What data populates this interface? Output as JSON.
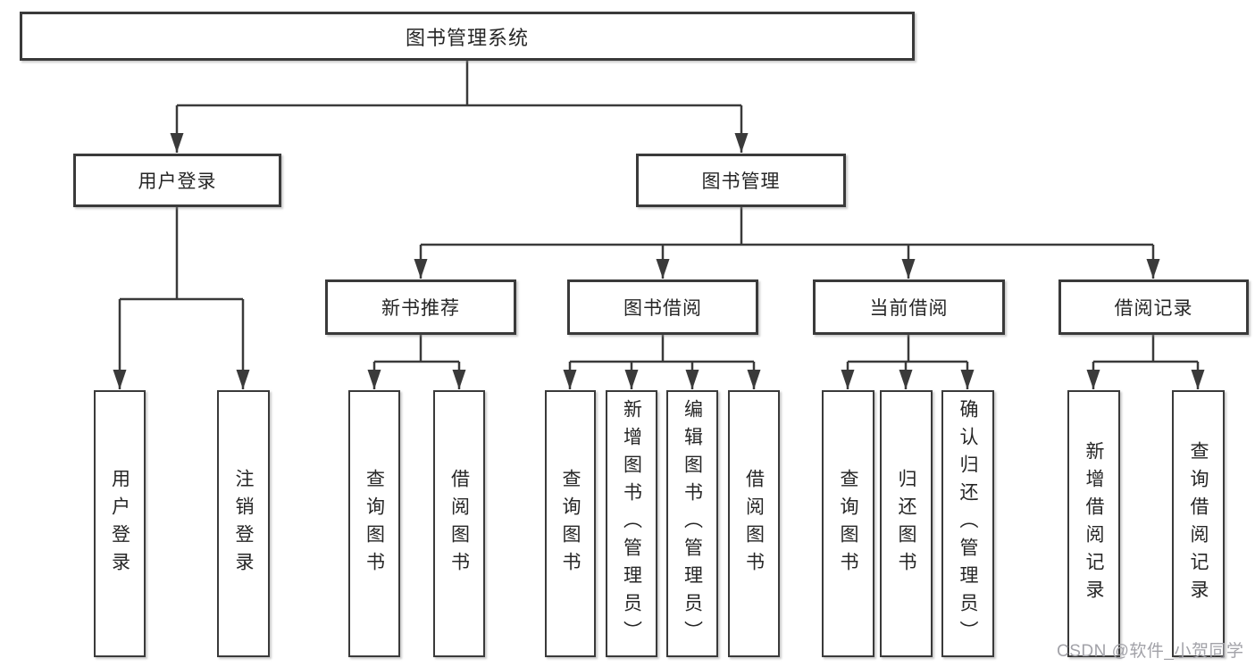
{
  "tree": {
    "label": "图书管理系统",
    "children": [
      {
        "label": "用户登录",
        "children": [
          {
            "label": "用户登录"
          },
          {
            "label": "注销登录"
          }
        ]
      },
      {
        "label": "图书管理",
        "children": [
          {
            "label": "新书推荐",
            "children": [
              {
                "label": "查询图书"
              },
              {
                "label": "借阅图书"
              }
            ]
          },
          {
            "label": "图书借阅",
            "children": [
              {
                "label": "查询图书"
              },
              {
                "label": "新增图书（管理员）"
              },
              {
                "label": "编辑图书（管理员）"
              },
              {
                "label": "借阅图书"
              }
            ]
          },
          {
            "label": "当前借阅",
            "children": [
              {
                "label": "查询图书"
              },
              {
                "label": "归还图书"
              },
              {
                "label": "确认归还（管理员）"
              }
            ]
          },
          {
            "label": "借阅记录",
            "children": [
              {
                "label": "新增借阅记录"
              },
              {
                "label": "查询借阅记录"
              }
            ]
          }
        ]
      }
    ]
  },
  "watermark": "CSDN @软件_小贺同学",
  "colors": {
    "line": "#3a3a3a",
    "watermark": "#a2a2a8",
    "background": "#ffffff"
  }
}
